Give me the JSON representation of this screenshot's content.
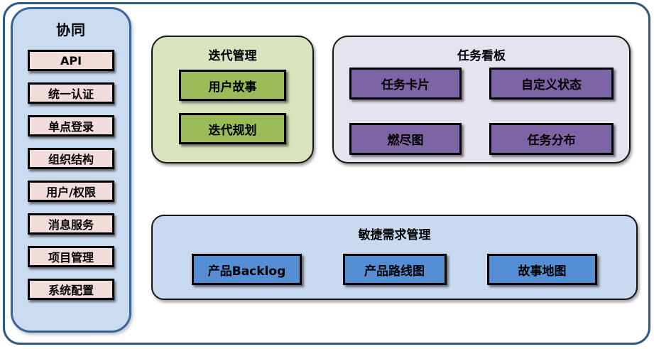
{
  "colors": {
    "frame_border": "#2d5986",
    "sidebar_fill": "#cbdbf0",
    "sidebar_border": "#3a6598",
    "sidebar_item_fill": "#f2dcdb",
    "iteration_group_fill": "#d7e4bd",
    "iteration_button_fill": "#9bbb59",
    "kanban_group_fill": "#e7e3ee",
    "kanban_button_fill": "#7d64a5",
    "agile_group_fill": "#c9d9f0",
    "agile_button_fill": "#568ed4",
    "button_border": "#000000",
    "text": "#000000"
  },
  "sidebar": {
    "title": "协同",
    "items": [
      "API",
      "统一认证",
      "单点登录",
      "组织结构",
      "用户/权限",
      "消息服务",
      "项目管理",
      "系统配置"
    ]
  },
  "iteration": {
    "title": "迭代管理",
    "items": [
      "用户故事",
      "迭代规划"
    ]
  },
  "kanban": {
    "title": "任务看板",
    "items": [
      "任务卡片",
      "自定义状态",
      "燃尽图",
      "任务分布"
    ]
  },
  "agile": {
    "title": "敏捷需求管理",
    "items": [
      "产品Backlog",
      "产品路线图",
      "故事地图"
    ]
  }
}
